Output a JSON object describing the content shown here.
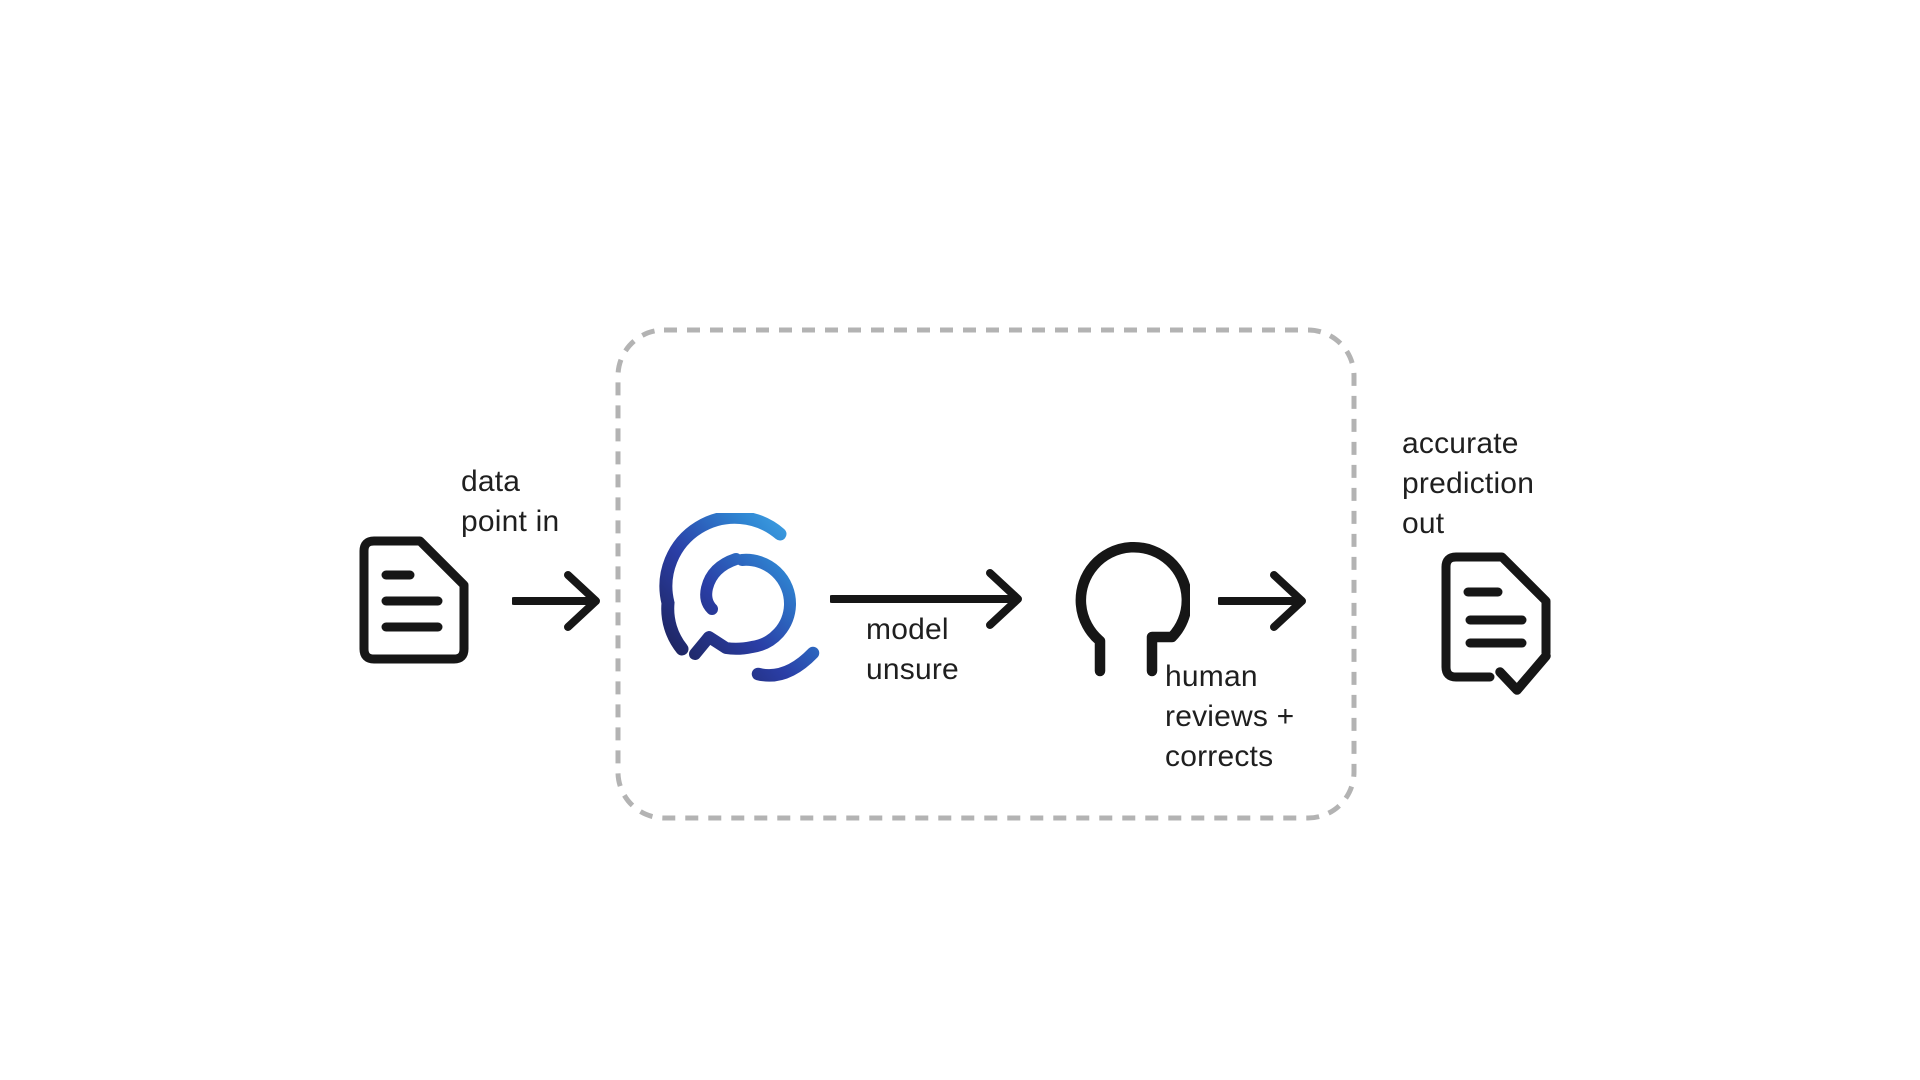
{
  "canvas": {
    "background": "#ffffff"
  },
  "colors": {
    "ink": "#161616",
    "text": "#1f1f1f",
    "dash_border": "#b3b3b3",
    "logo_navy": "#1b1e4c",
    "logo_royal": "#2a3ea6",
    "logo_blue": "#2f85d2",
    "logo_light_blue": "#41a6e6"
  },
  "flow": {
    "input_label": "data\npoint in",
    "model_arrow_label": "model\nunsure",
    "human_label": "human\nreviews +\ncorrects",
    "output_label": "accurate\nprediction\nout"
  }
}
